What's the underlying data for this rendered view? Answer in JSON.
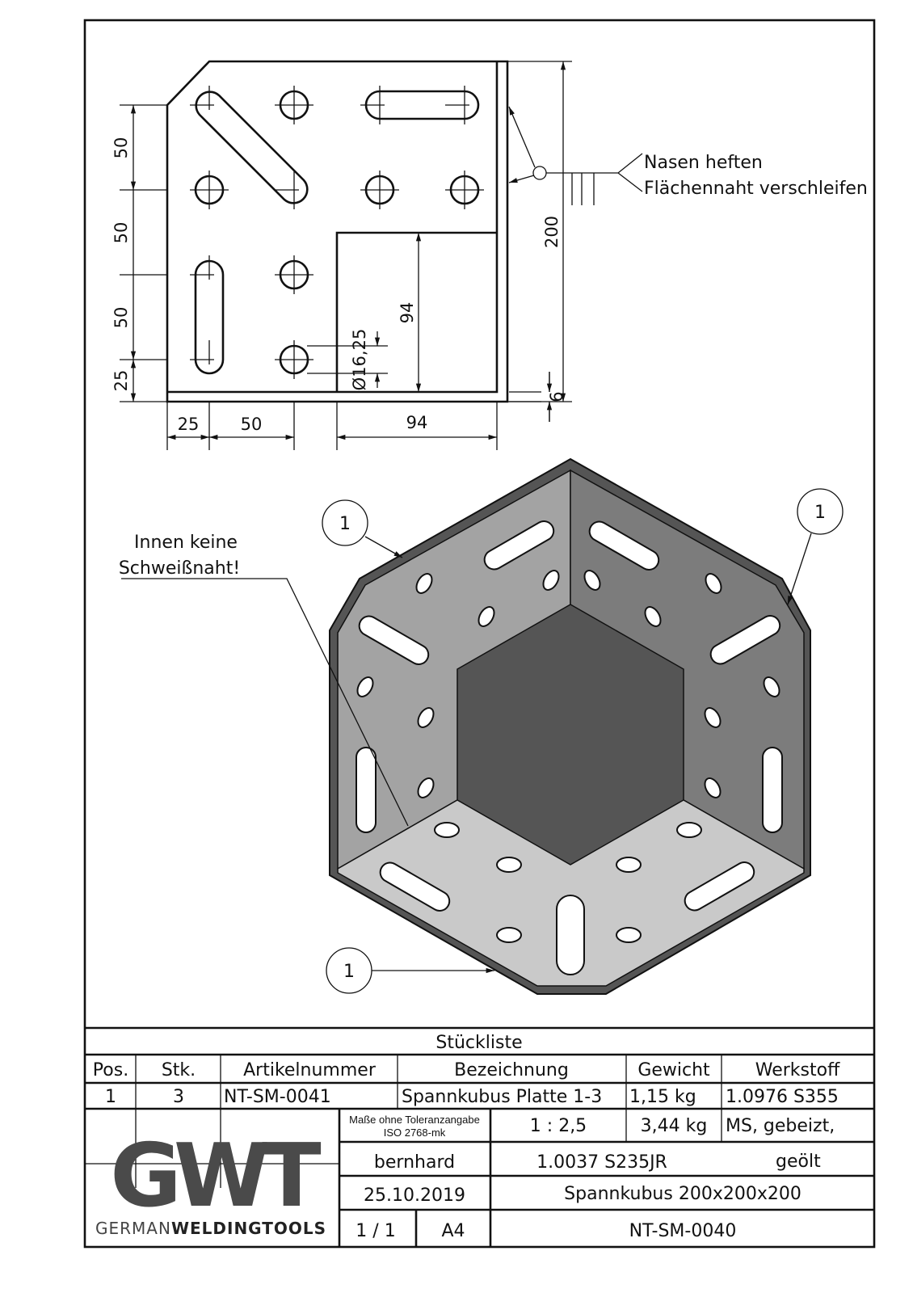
{
  "top_view": {
    "dims": {
      "v1": "50",
      "v2": "50",
      "v3": "50",
      "v4": "25",
      "h1": "25",
      "h2": "50",
      "h3": "94",
      "inner_height": "94",
      "total_height": "200",
      "thickness": "6",
      "hole_diameter": "Ø16,25"
    },
    "weld_note_1": "Nasen heften",
    "weld_note_2": "Flächennaht verschleifen"
  },
  "iso_view": {
    "note_1": "Innen keine",
    "note_2": "Schweißnaht!",
    "balloons": [
      "1",
      "1",
      "1"
    ]
  },
  "parts_list": {
    "title": "Stückliste",
    "headers": [
      "Pos.",
      "Stk.",
      "Artikelnummer",
      "Bezeichnung",
      "Gewicht",
      "Werkstoff"
    ],
    "rows": [
      [
        "1",
        "3",
        "NT-SM-0041",
        "Spannkubus Platte 1-3",
        "1,15 kg",
        "1.0976 S355"
      ]
    ]
  },
  "title_block": {
    "tolerance_1": "Maße ohne Toleranzangabe",
    "tolerance_2": "ISO 2768-mk",
    "scale": "1 : 2,5",
    "surface_1": "MS, gebeizt,",
    "surface_2": "geölt",
    "weight": "3,44 kg",
    "author": "bernhard",
    "material": "1.0037 S235JR",
    "date": "25.10.2019",
    "title": "Spannkubus 200x200x200",
    "sheet": "1 / 1",
    "format": "A4",
    "drawing_number": "NT-SM-0040",
    "logo_text": "GWT",
    "company_1": "GERMAN",
    "company_2": "WELDINGTOOLS"
  }
}
